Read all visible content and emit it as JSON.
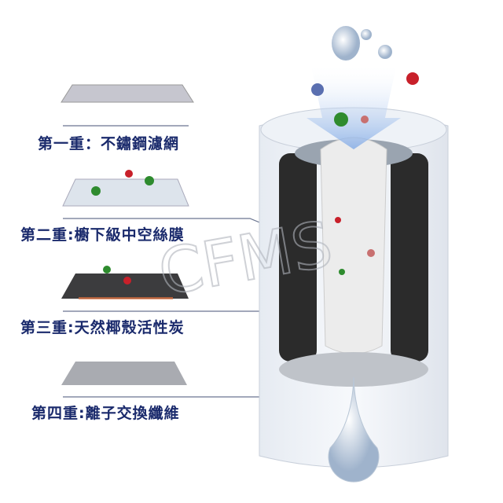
{
  "layers": [
    {
      "label": "第一重：不鏽鋼濾網",
      "color": "#c9c9d2"
    },
    {
      "label": "第二重:櫥下級中空絲膜",
      "color": "#dfe6ee"
    },
    {
      "label": "第三重:天然椰殼活性炭",
      "color": "#3a3a3c"
    },
    {
      "label": "第四重:離子交換纖維",
      "color": "#a8aab0"
    }
  ],
  "watermark": "CFMS",
  "colors": {
    "text": "#1a2a6c",
    "line": "#55607a",
    "carbon": "#2a2a2a",
    "water": "#8fb7e8"
  }
}
